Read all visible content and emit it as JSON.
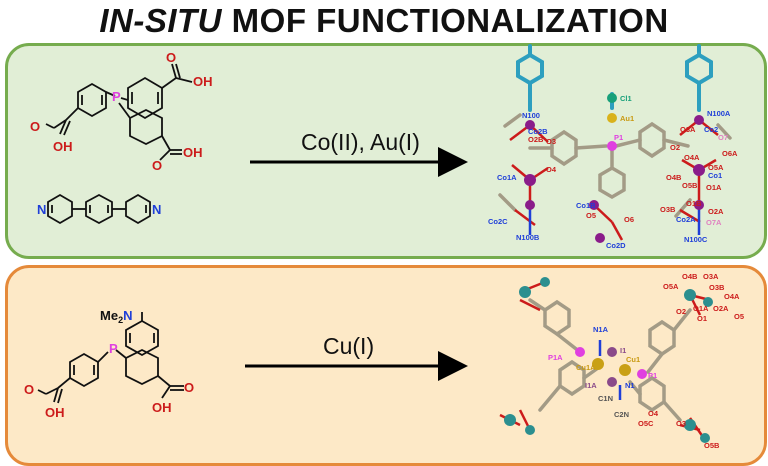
{
  "title": {
    "italic": "IN-SITU",
    "rest": " MOF FUNCTIONALIZATION"
  },
  "colors": {
    "top_panel_bg": "#e1eed6",
    "top_panel_border": "#76ac4e",
    "bottom_panel_bg": "#fde9c7",
    "bottom_panel_border": "#e58a3a",
    "oxygen": "#cc1b1b",
    "phosphorus": "#e040e0",
    "nitrogen": "#1f3fd8",
    "cobalt": "#8a1c8a",
    "gold": "#c99a12",
    "copper": "#c9a015",
    "carbon_teal": "#2d9fbf",
    "cluster_teal": "#2c8f8f"
  },
  "top": {
    "reagents": "Co(II), Au(I)",
    "ligand_atoms": {
      "P": "P",
      "O": "O",
      "OH": "OH",
      "N": "N"
    },
    "atom_labels": {
      "N100": "N100",
      "Co2B": "Co2B",
      "O2B": "O2B",
      "O3": "O3",
      "O4": "O4",
      "Co1A": "Co1A",
      "Co2C": "Co2C",
      "N100B": "N100B",
      "Cl1": "Cl1",
      "Au1": "Au1",
      "P1": "P1",
      "Co1B": "Co1B",
      "O5": "O5",
      "O6": "O6",
      "Co2D": "Co2D",
      "N100A": "N100A",
      "O3A": "O3A",
      "Co2": "Co2",
      "O7": "O7",
      "O2": "O2",
      "O4A": "O4A",
      "O6A": "O6A",
      "O5A": "O5A",
      "Co1": "Co1",
      "O4B": "O4B",
      "O5B": "O5B",
      "O1A": "O1A",
      "O3B": "O3B",
      "O1B": "O1B",
      "O2A": "O2A",
      "Co2A": "Co2A",
      "O7A": "O7A",
      "N100C": "N100C",
      "O1": "O1"
    }
  },
  "bottom": {
    "reagents": "Cu(I)",
    "ligand_atoms": {
      "Me2N": "Me2N",
      "P": "P",
      "O": "O",
      "OH": "OH"
    },
    "atom_labels": {
      "O4B": "O4B",
      "O3A": "O3A",
      "O5A": "O5A",
      "O3B": "O3B",
      "O4A": "O4A",
      "O1A": "O1A",
      "O2A": "O2A",
      "O5": "O5",
      "O2": "O2",
      "O1": "O1",
      "N1A": "N1A",
      "P1A": "P1A",
      "I1": "I1",
      "Cu1A": "Cu1A",
      "Cu1": "Cu1",
      "I1A": "I1A",
      "N1": "N1",
      "P1": "P1",
      "C1N": "C1N",
      "C2N": "C2N",
      "O4": "O4",
      "O5C": "O5C",
      "O3": "O3",
      "O5B": "O5B"
    }
  }
}
